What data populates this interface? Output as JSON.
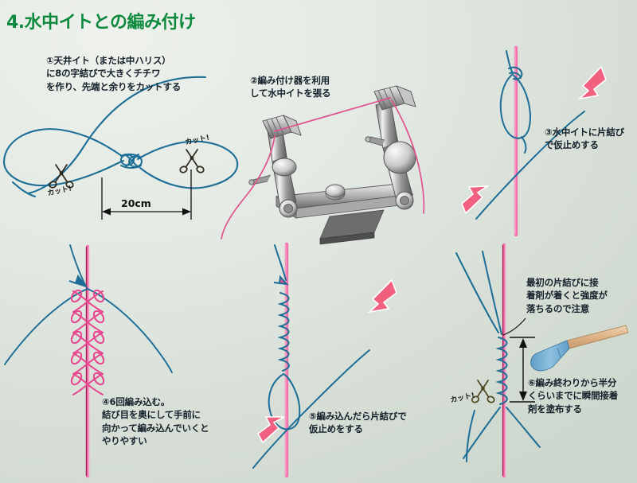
{
  "page": {
    "title": "4.水中イトとの編み付け",
    "title_color": "#0e8a3e",
    "background_color": "#dfe5e0"
  },
  "colors": {
    "main_line": "#1d6e96",
    "target_line_pink": "#f472ad",
    "braid_pink": "#e8468f",
    "arrow_pink": "#f2607f",
    "metal_dark": "#4a4a4a",
    "metal_light": "#e8e8e8",
    "applicator_blue": "#6fa8cf",
    "applicator_tan": "#e0b894",
    "scissors_dark": "#2b2b20",
    "text_dark": "#14202a"
  },
  "steps": [
    {
      "id": "step-1",
      "number": "①",
      "caption": "①天井イト（または中ハリス）\nに8の字結びで大きくチチワ\nを作り、先端と余りをカットする"
    },
    {
      "id": "step-2",
      "number": "②",
      "caption": "②編み付け器を利用\nして水中イトを張る"
    },
    {
      "id": "step-3",
      "number": "③",
      "caption": "③水中イトに片結び\nで仮止めする"
    },
    {
      "id": "step-4",
      "number": "④",
      "caption": "④6回編み込む。\n結び目を奥にして手前に\n向かって編み込んでいくと\nやりやすい"
    },
    {
      "id": "step-5",
      "number": "⑤",
      "caption": "⑤編み込んだら片結びで\n仮止めをする"
    },
    {
      "id": "step-6",
      "number": "⑥",
      "caption": "⑥編み終わりから半分\nくらいまでに瞬間接着\n剤を塗布する"
    }
  ],
  "note": {
    "warning": "最初の片結びに接\n着剤が着くと強度が\n落ちるので注意"
  },
  "labels": {
    "cut_left": "カット!",
    "cut_right": "カット!",
    "cut_step6": "カット!",
    "dimension_20cm": "20cm"
  }
}
